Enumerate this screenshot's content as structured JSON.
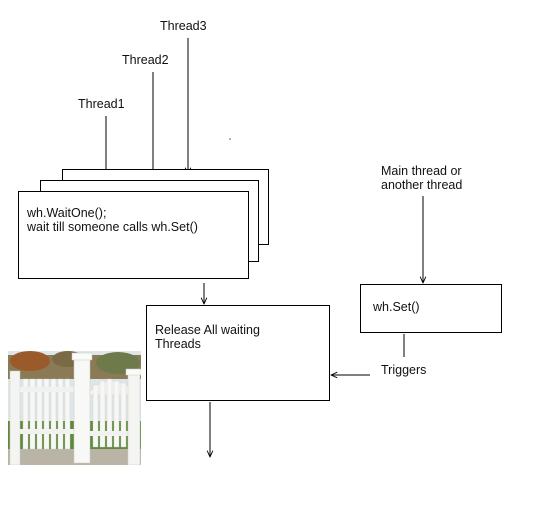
{
  "threads": {
    "thread1": "Thread1",
    "thread2": "Thread2",
    "thread3": "Thread3"
  },
  "wait_box": {
    "line1": "wh.WaitOne();",
    "line2": "wait till someone calls wh.Set()"
  },
  "release_box": {
    "line1": "Release All waiting",
    "line2": "Threads"
  },
  "main_thread": {
    "line1": "Main thread or",
    "line2": "another thread"
  },
  "set_box": {
    "label": "wh.Set()"
  },
  "triggers_label": "Triggers",
  "fence_image": "white picket fence gate photo"
}
